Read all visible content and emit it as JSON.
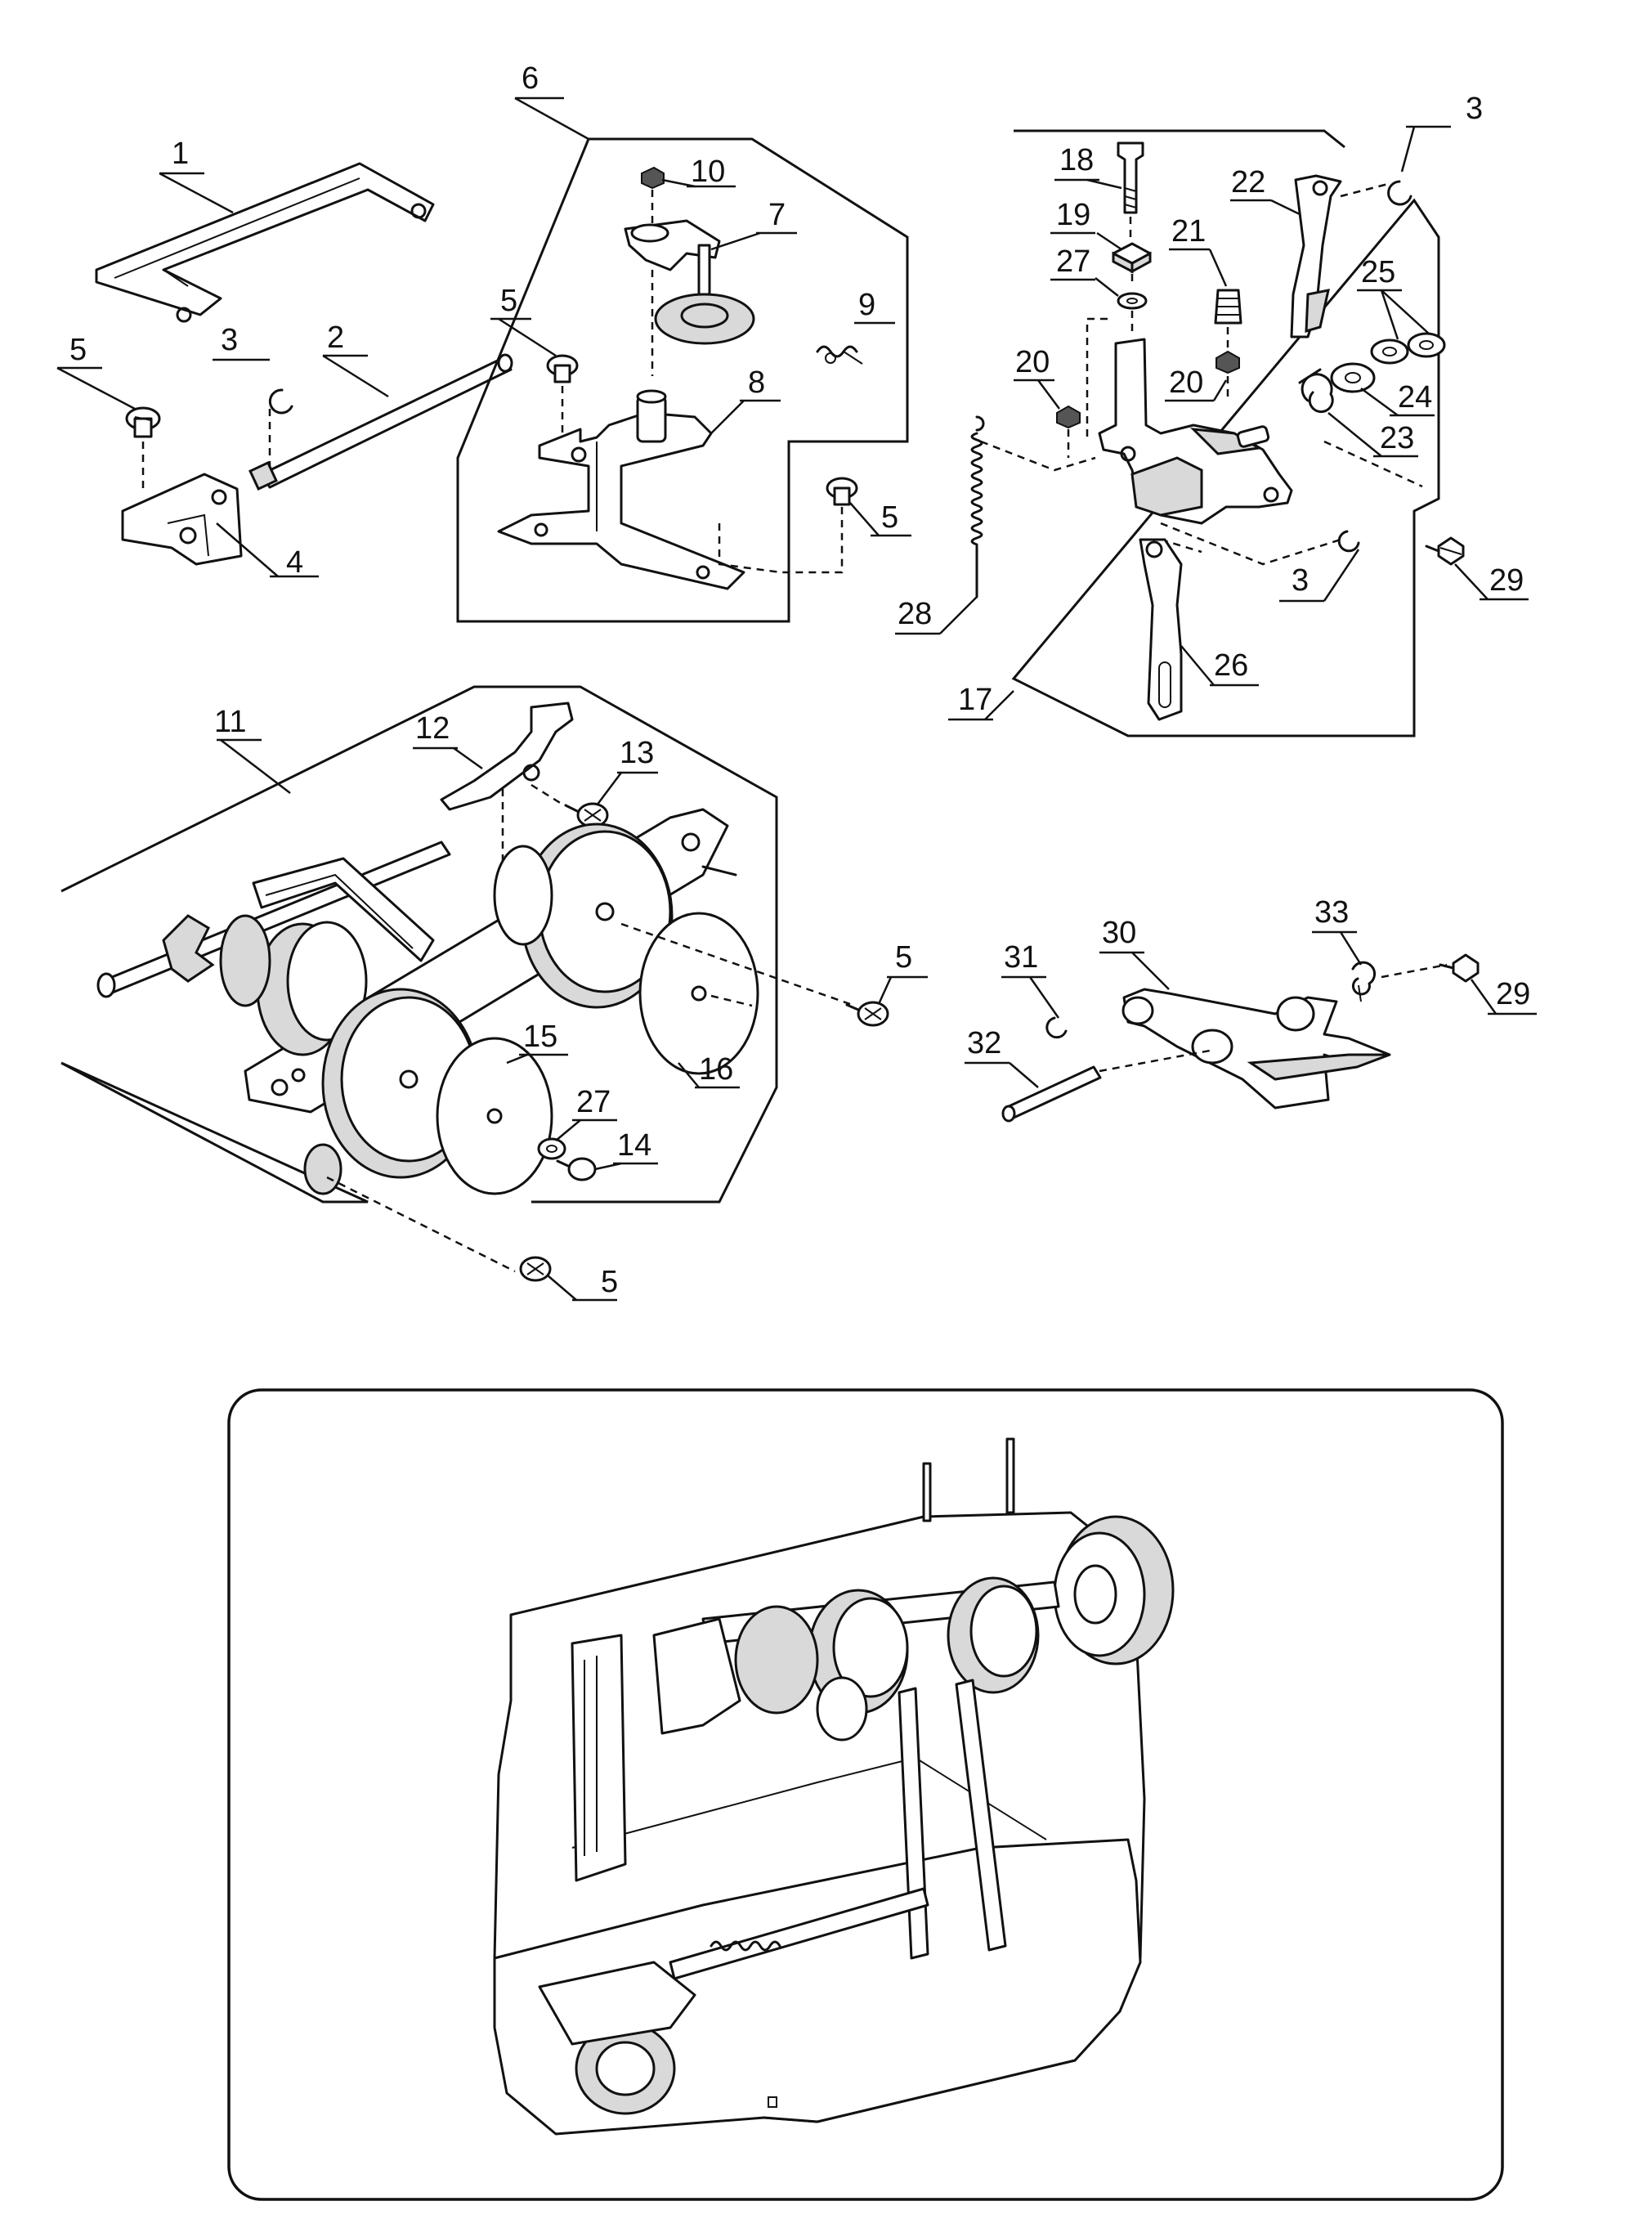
{
  "callouts": {
    "c1": "1",
    "c2": "2",
    "c3a": "3",
    "c3b": "3",
    "c3c": "3",
    "c4": "4",
    "c5a": "5",
    "c5b": "5",
    "c5c": "5",
    "c5d": "5",
    "c5e": "5",
    "c6": "6",
    "c7": "7",
    "c8": "8",
    "c9": "9",
    "c10": "10",
    "c11": "11",
    "c12": "12",
    "c13": "13",
    "c14": "14",
    "c15": "15",
    "c16": "16",
    "c17": "17",
    "c18": "18",
    "c19": "19",
    "c20a": "20",
    "c20b": "20",
    "c21": "21",
    "c22": "22",
    "c23": "23",
    "c24": "24",
    "c25": "25",
    "c26": "26",
    "c27a": "27",
    "c27b": "27",
    "c28": "28",
    "c29a": "29",
    "c29b": "29",
    "c30": "30",
    "c31": "31",
    "c32": "32",
    "c33": "33"
  },
  "colors": {
    "ink": "#111111",
    "paper": "#ffffff",
    "shade": "#d9d9d9"
  }
}
